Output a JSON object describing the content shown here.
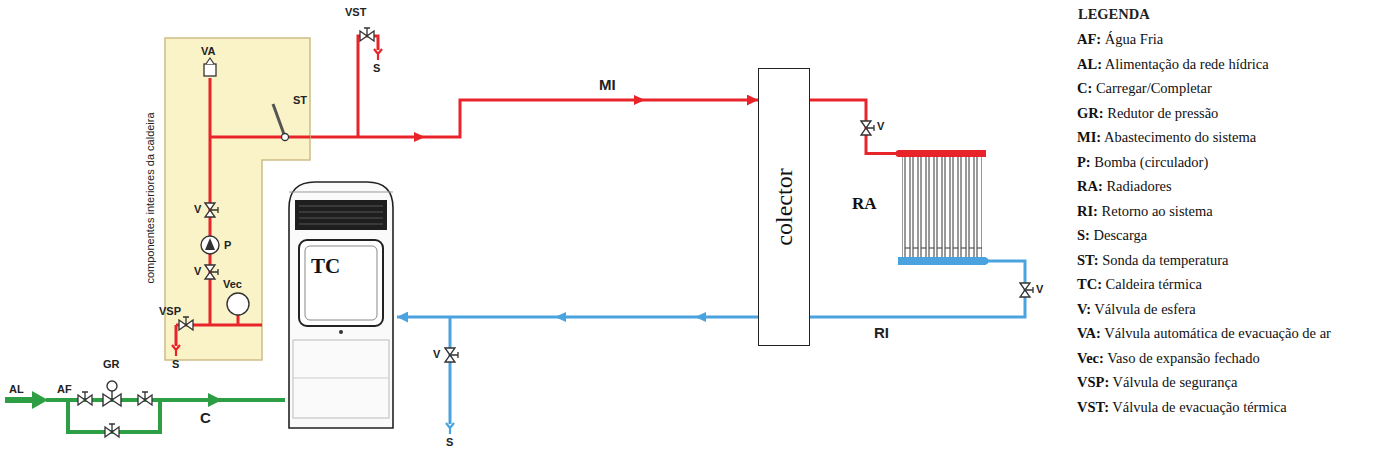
{
  "diagram": {
    "nodes": [
      {
        "text": [
          "componentes interiores da caldeira"
        ]
      },
      {
        "text": [
          "TC"
        ]
      },
      {
        "text": [
          "colector"
        ]
      },
      {
        "text": [
          "RA"
        ]
      }
    ],
    "edges": [
      {
        "from": 0,
        "to": 2,
        "label": "MI",
        "arrow": "to"
      },
      {
        "from": 2,
        "to": 3,
        "arrow": "none"
      },
      {
        "from": 3,
        "to": 2,
        "label": "RI",
        "arrow": "none"
      },
      {
        "from": 2,
        "to": 1,
        "arrow": "to"
      }
    ],
    "labels": [
      "VST",
      "S",
      "VA",
      "ST",
      "V",
      "P",
      "V",
      "Vec",
      "VSP",
      "S",
      "AL",
      "AF",
      "GR",
      "C",
      "V",
      "S",
      "V",
      "V",
      "LEGENDA"
    ],
    "legend": [
      {
        "text": "AF: Água Fria"
      },
      {
        "text": "AL: Alimentação da rede hídrica"
      },
      {
        "text": "C: Carregar/Completar"
      },
      {
        "text": "GR: Redutor de pressão"
      },
      {
        "text": "MI: Abastecimento do sistema"
      },
      {
        "text": "P: Bomba (circulador)"
      },
      {
        "text": "RA: Radiadores"
      },
      {
        "text": "RI: Retorno ao sistema"
      },
      {
        "text": "S: Descarga"
      },
      {
        "text": "ST: Sonda da temperatura"
      },
      {
        "text": "TC: Caldeira térmica"
      },
      {
        "text": "V: Válvula de esfera"
      },
      {
        "text": "VA: Válvula automática de evacuação de ar"
      },
      {
        "text": "Vec: Vaso de expansão fechado"
      },
      {
        "text": "VSP: Válvula de segurança"
      },
      {
        "text": "VST: Válvula de evacuação térmica"
      }
    ]
  }
}
